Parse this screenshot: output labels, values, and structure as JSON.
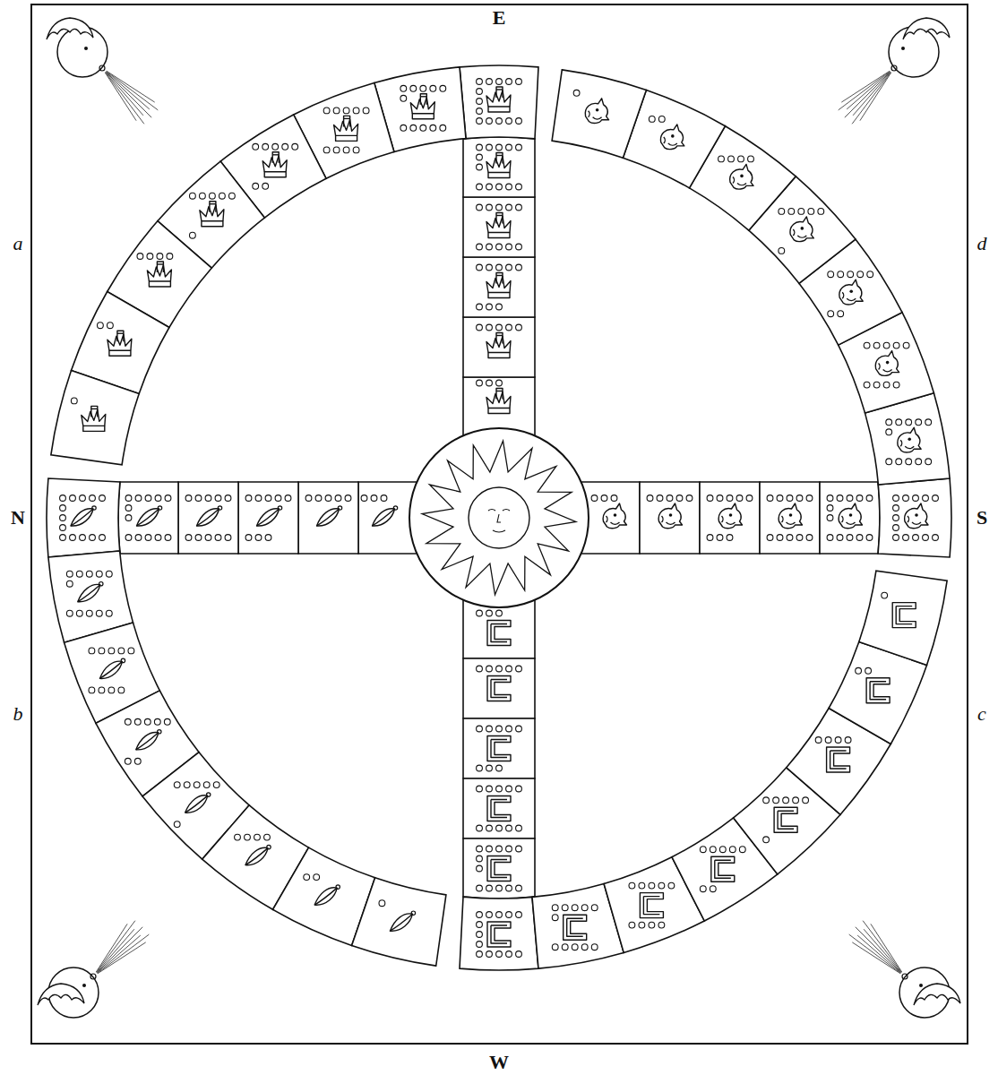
{
  "diagram": {
    "labels": [
      "E",
      "a",
      "d",
      "N",
      "S",
      "b",
      "c",
      "W"
    ]
  }
}
